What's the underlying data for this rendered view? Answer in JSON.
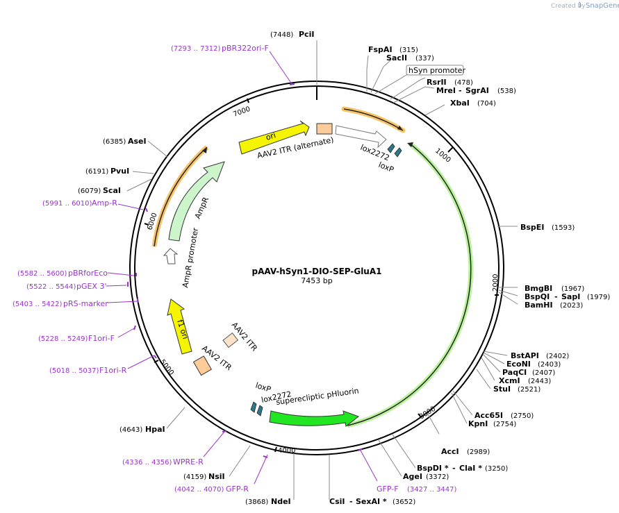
{
  "credit": {
    "prefix": "Created by",
    "brand": "SnapGene"
  },
  "plasmid": {
    "name": "pAAV-hSyn1-DIO-SEP-GluA1",
    "length": "7453 bp"
  },
  "ticks": [
    "1000",
    "2000",
    "3000",
    "4000",
    "5000",
    "6000",
    "7000"
  ],
  "enzymes": [
    {
      "pos": "(7448)",
      "name": "PciI"
    },
    {
      "name": "FspAI",
      "pos": "(315)"
    },
    {
      "name": "SacII",
      "pos": "(337)"
    },
    {
      "name": "RsrII",
      "pos": "(478)"
    },
    {
      "name": "MreI",
      "name2": "SgrAI",
      "pos": "(538)"
    },
    {
      "name": "XbaI",
      "pos": "(704)"
    },
    {
      "name": "BspEI",
      "pos": "(1593)"
    },
    {
      "name": "BmgBI",
      "pos": "(1967)"
    },
    {
      "name": "BspQI",
      "name2": "SapI",
      "pos": "(1979)"
    },
    {
      "name": "BamHI",
      "pos": "(2023)"
    },
    {
      "name": "BstAPI",
      "pos": "(2402)"
    },
    {
      "name": "EcoNI",
      "pos": "(2403)"
    },
    {
      "name": "PaqCI",
      "pos": "(2407)"
    },
    {
      "name": "XcmI",
      "pos": "(2443)"
    },
    {
      "name": "StuI",
      "pos": "(2521)"
    },
    {
      "name": "Acc65I",
      "pos": "(2750)"
    },
    {
      "name": "KpnI",
      "pos": "(2754)"
    },
    {
      "name": "AccI",
      "pos": "(2989)"
    },
    {
      "name": "BspDI *",
      "name2": "ClaI *",
      "pos": "(3250)"
    },
    {
      "name": "AgeI",
      "pos": "(3372)"
    },
    {
      "name": "CsiI",
      "name2": "SexAI *",
      "pos": "(3652)"
    },
    {
      "pos": "(3868)",
      "name": "NdeI"
    },
    {
      "pos": "(4159)",
      "name": "NsiI"
    },
    {
      "pos": "(4643)",
      "name": "HpaI"
    },
    {
      "pos": "(6079)",
      "name": "ScaI"
    },
    {
      "pos": "(6191)",
      "name": "PvuI"
    },
    {
      "pos": "(6385)",
      "name": "AseI"
    }
  ],
  "primers": [
    {
      "range": "(7293 .. 7312)",
      "name": "pBR322ori-F"
    },
    {
      "range": "(5991 .. 6010)",
      "name": "Amp-R"
    },
    {
      "range": "(5582 .. 5600)",
      "name": "pBRforEco"
    },
    {
      "range": "(5522 .. 5544)",
      "name": "pGEX 3'"
    },
    {
      "range": "(5403 .. 5422)",
      "name": "pRS-marker"
    },
    {
      "range": "(5228 .. 5249)",
      "name": "F1ori-F"
    },
    {
      "range": "(5018 .. 5037)",
      "name": "F1ori-R"
    },
    {
      "range": "(4336 .. 4356)",
      "name": "WPRE-R"
    },
    {
      "range": "(4042 .. 4070)",
      "name": "GFP-R"
    },
    {
      "name": "GFP-F",
      "range": "(3427 .. 3447)"
    }
  ],
  "features": {
    "hsyn": "hSyn promoter",
    "ori": "ori",
    "itr_alt": "AAV2 ITR (alternate)",
    "lox2272_top": "lox2272",
    "loxp_top": "loxP",
    "ampr": "AmpR",
    "ampr_promoter": "AmpR promoter",
    "f1ori": "f1 ori",
    "itr_a": "AAV2 ITR",
    "itr_b": "AAV2 ITR",
    "loxp_bottom": "loxP",
    "lox2272_bottom": "lox2272",
    "sep": "superecliptic pHluorin"
  },
  "colors": {
    "ori": "#f5f500",
    "ampr": "#ccf5cc",
    "sep": "#22e622",
    "itr": "#ffcc99",
    "lox": "#2a7a8a",
    "primer": "#9933cc",
    "orange_arc": "#f5b84d",
    "green_arc": "#aef08a"
  }
}
